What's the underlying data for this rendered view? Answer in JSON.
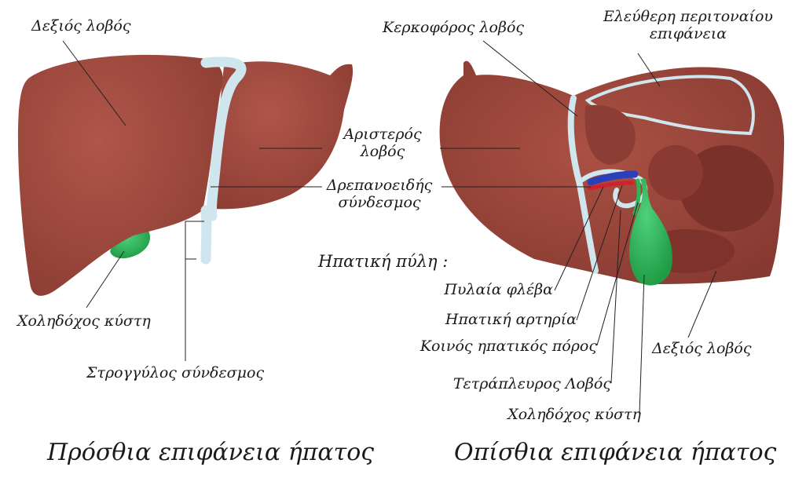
{
  "colors": {
    "liver": "#a0483d",
    "liver_shade": "#863a31",
    "ligament": "#cfe6ef",
    "gallbladder": "#2fb457",
    "portal_vein": "#2c3fb8",
    "hepatic_artery": "#d4202a",
    "leader_line": "#222222"
  },
  "anterior": {
    "right_lobe": "Δεξιός λοβός",
    "left_lobe_line1": "Αριστερός",
    "left_lobe_line2": "λοβός",
    "falciform_line1": "Δρεπανοειδής",
    "falciform_line2": "σύνδεσμος",
    "gallbladder": "Χοληδόχος κύστη",
    "round_ligament": "Στρογγύλος σύνδεσμος",
    "caption": "Πρόσθια επιφάνεια ήπατος"
  },
  "posterior": {
    "caudate_lobe": "Κερκοφόρος λοβός",
    "bare_area_line1": "Ελεύθερη περιτοναίου",
    "bare_area_line2": "επιφάνεια",
    "porta_hepatis": "Ηπατική πύλη :",
    "portal_vein": "Πυλαία φλέβα",
    "hepatic_artery": "Ηπατική αρτηρία",
    "common_hepatic_duct": "Κοινός ηπατικός πόρος",
    "quadrate_lobe": "Τετράπλευρος Λοβός",
    "gallbladder": "Χοληδόχος κύστη",
    "right_lobe": "Δεξιός λοβός",
    "caption": "Οπίσθια επιφάνεια ήπατος"
  }
}
